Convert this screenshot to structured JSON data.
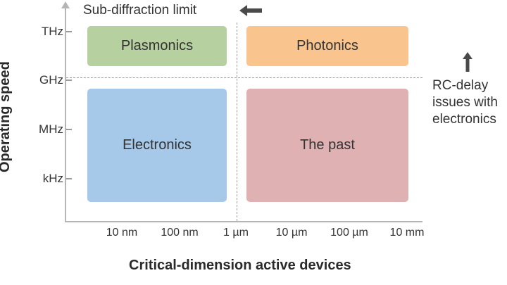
{
  "diagram": {
    "y_axis_title": "Operating speed",
    "x_axis_title": "Critical-dimension active devices",
    "y_ticks": [
      "THz",
      "GHz",
      "MHz",
      "kHz"
    ],
    "x_ticks": [
      "10 nm",
      "100 nm",
      "1 µm",
      "10 µm",
      "100 µm",
      "10 mm"
    ],
    "regions": {
      "plasmonics": {
        "label": "Plasmonics",
        "color": "#b7d09f"
      },
      "photonics": {
        "label": "Photonics",
        "color": "#f9c48e"
      },
      "electronics": {
        "label": "Electronics",
        "color": "#a6c9ea"
      },
      "past": {
        "label": "The past",
        "color": "#dfb1b3"
      }
    },
    "annotations": {
      "sub_diffraction": "Sub-diffraction limit",
      "rc_delay_line1": "RC-delay",
      "rc_delay_line2": "issues with",
      "rc_delay_line3": "electronics"
    }
  }
}
